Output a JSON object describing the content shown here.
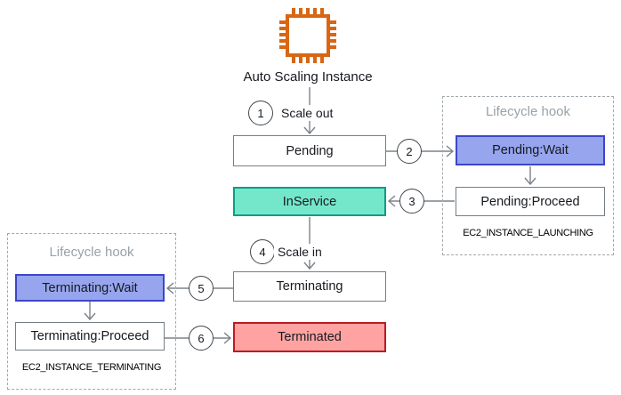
{
  "header": {
    "icon": "ec2-chip-icon",
    "title": "Auto Scaling Instance"
  },
  "states": {
    "pending": "Pending",
    "inservice": "InService",
    "terminating": "Terminating",
    "terminated": "Terminated",
    "pending_wait": "Pending:Wait",
    "pending_proceed": "Pending:Proceed",
    "terminating_wait": "Terminating:Wait",
    "terminating_proceed": "Terminating:Proceed"
  },
  "hooks": {
    "launching": {
      "title": "Lifecycle hook",
      "event": "EC2_INSTANCE_LAUNCHING"
    },
    "terminating": {
      "title": "Lifecycle hook",
      "event": "EC2_INSTANCE_TERMINATING"
    }
  },
  "steps": [
    {
      "num": "1",
      "label": "Scale out"
    },
    {
      "num": "2",
      "label": ""
    },
    {
      "num": "3",
      "label": ""
    },
    {
      "num": "4",
      "label": "Scale in"
    },
    {
      "num": "5",
      "label": ""
    },
    {
      "num": "6",
      "label": ""
    }
  ],
  "colors": {
    "icon_orange": "#D86613",
    "wait_fill": "#96A5EE",
    "wait_border": "#3B47C8",
    "inservice_fill": "#74E7CB",
    "inservice_border": "#0E9C86",
    "terminated_fill": "#FFA3A2",
    "terminated_border": "#BB1B23",
    "box_border": "#767E85",
    "line": "#7D8389",
    "circle_border": "#41474D",
    "hook_border": "#A2A9AE",
    "hook_title": "#99A2A8",
    "text": "#16191F"
  }
}
